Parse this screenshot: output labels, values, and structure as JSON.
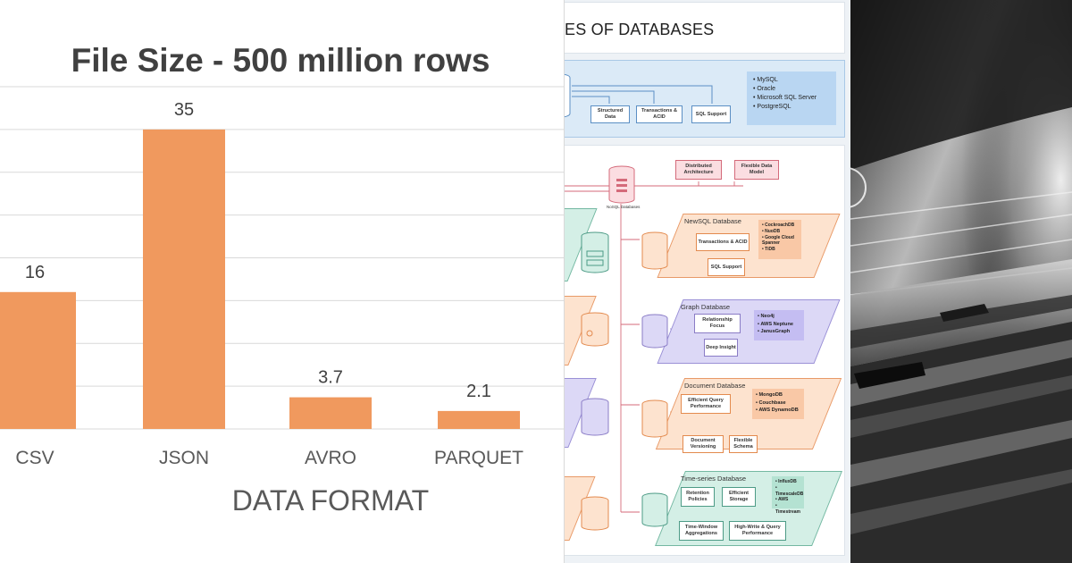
{
  "chart_data": {
    "type": "bar",
    "title": "File Size - 500 million rows",
    "xlabel": "DATA FORMAT",
    "ylabel": "",
    "categories": [
      "CSV",
      "JSON",
      "AVRO",
      "PARQUET"
    ],
    "values": [
      16,
      35,
      3.7,
      2.1
    ],
    "data_labels": [
      "16",
      "35",
      "3.7",
      "2.1"
    ],
    "ylim": [
      0,
      40
    ],
    "grid": true,
    "bar_color": "#f0995e"
  },
  "diagram": {
    "header": "ES OF DATABASES",
    "relational": {
      "boxes": [
        "Structured Data",
        "Transactions & ACID",
        "SQL Support"
      ],
      "examples": [
        "MySQL",
        "Oracle",
        "Microsoft SQL Server",
        "PostgreSQL"
      ]
    },
    "nosql": {
      "label": "NoSQL Databases",
      "boxes": [
        "Distributed Architecture",
        "Flexible Data Model"
      ]
    },
    "newsql": {
      "title": "NewSQL Database",
      "boxes": [
        "Transactions & ACID",
        "SQL Support"
      ],
      "examples": [
        "CockroachDB",
        "NuoDB",
        "Google Cloud Spanner",
        "TiDB"
      ]
    },
    "graph": {
      "title": "Graph Database",
      "boxes": [
        "Relationship Focus",
        "Deep Insight"
      ],
      "examples": [
        "Neo4j",
        "AWS Neptune",
        "JanusGraph"
      ]
    },
    "document": {
      "title": "Document Database",
      "boxes": [
        "Efficient Query Performance",
        "Document Versioning",
        "Flexible Schema"
      ],
      "examples": [
        "MongoDB",
        "Couchbase",
        "AWS DynamoDB"
      ]
    },
    "timeseries": {
      "title": "Time-series Database",
      "boxes": [
        "Retention Policies",
        "Efficient Storage",
        "Time-Window Aggregations",
        "High-Write & Query Performance"
      ],
      "examples": [
        "InfluxDB",
        "TimescaleDB",
        "AWS",
        "Timestream"
      ]
    }
  },
  "colors": {
    "bar": "#f0995e",
    "relational": "#dbeaf7",
    "newsql": "#fde3cf",
    "graph": "#dcd8f6",
    "document": "#fde3cf",
    "timeseries": "#d4efe6",
    "nosql": "#fbdde1"
  }
}
